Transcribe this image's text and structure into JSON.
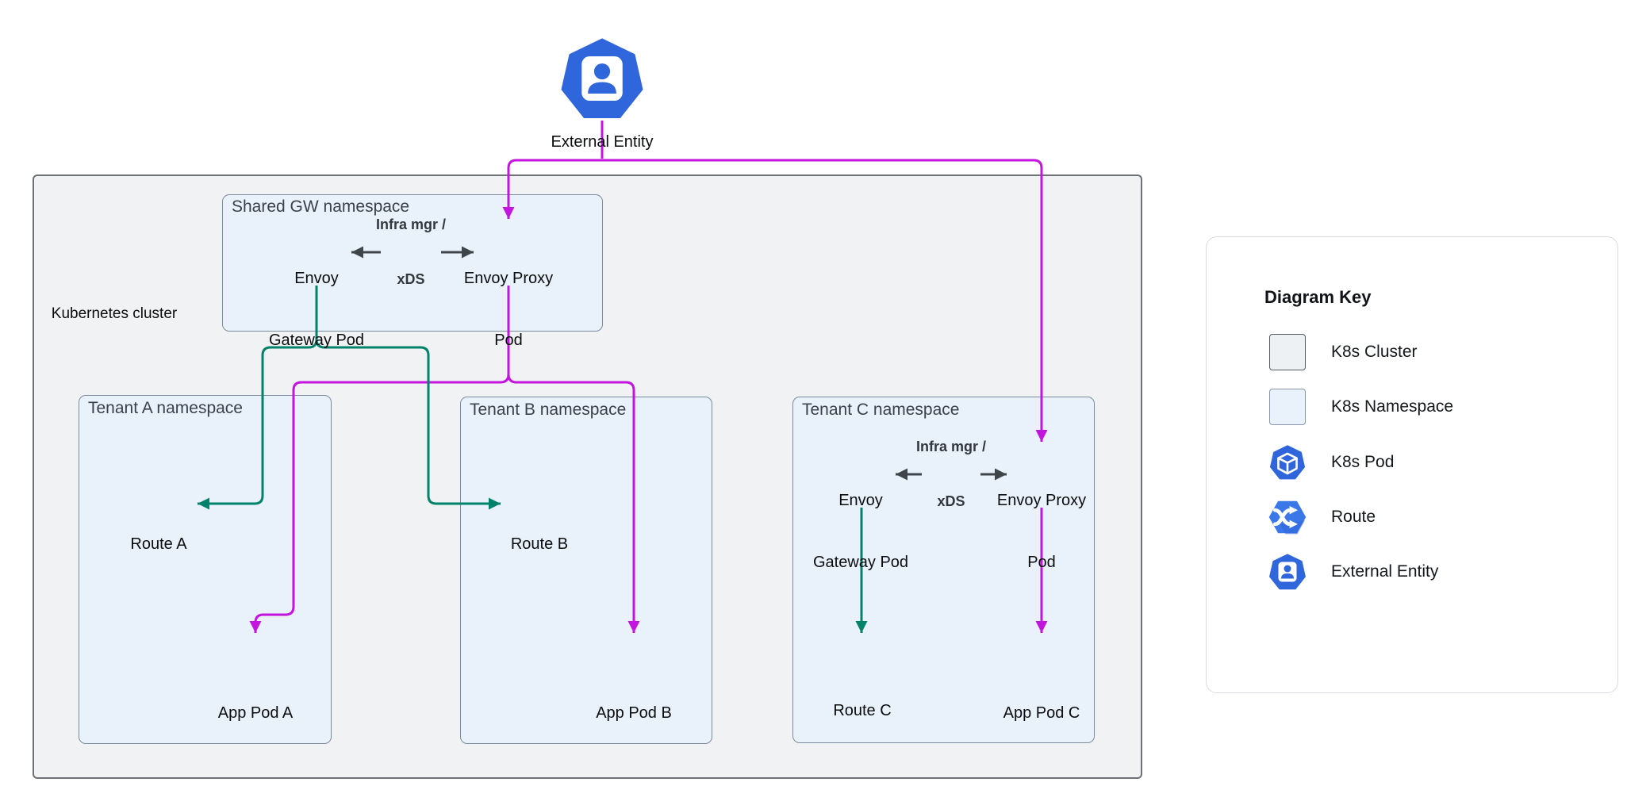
{
  "colors": {
    "node_blue": "#2F66DB",
    "magenta_edge": "#C315DE",
    "green_edge": "#01826B",
    "gray_arrow": "#3F4548",
    "cluster_fill": "#F0F2F4",
    "cluster_border": "#6E7276",
    "namespace_fill": "#E9F1FB",
    "namespace_border": "#7C8B9B"
  },
  "external": {
    "label": "External Entity"
  },
  "cluster": {
    "label": "Kubernetes cluster"
  },
  "shared_ns": {
    "title": "Shared GW namespace",
    "gateway_pod": [
      "Envoy",
      "Gateway Pod"
    ],
    "proxy_pod": [
      "Envoy Proxy",
      "Pod"
    ],
    "link_label": [
      "Infra mgr /",
      "xDS"
    ]
  },
  "tenant_a": {
    "title": "Tenant A namespace",
    "route": "Route A",
    "app_pod": "App Pod A"
  },
  "tenant_b": {
    "title": "Tenant B namespace",
    "route": "Route B",
    "app_pod": "App Pod B"
  },
  "tenant_c": {
    "title": "Tenant C namespace",
    "gateway_pod": [
      "Envoy",
      "Gateway Pod"
    ],
    "proxy_pod": [
      "Envoy Proxy",
      "Pod"
    ],
    "link_label": [
      "Infra mgr /",
      "xDS"
    ],
    "route": "Route C",
    "app_pod": "App Pod C"
  },
  "key": {
    "title": "Diagram Key",
    "items": [
      {
        "label": "K8s Cluster"
      },
      {
        "label": "K8s Namespace"
      },
      {
        "label": "K8s Pod"
      },
      {
        "label": "Route"
      },
      {
        "label": "External Entity"
      }
    ]
  }
}
